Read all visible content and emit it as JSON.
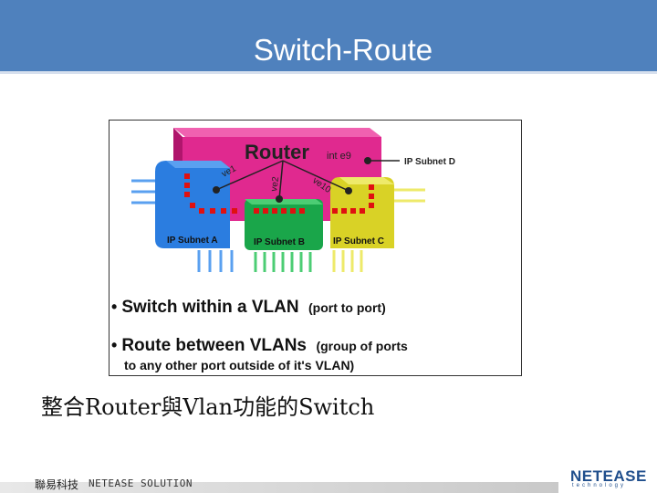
{
  "slide": {
    "title": "Switch-Route",
    "caption": "整合Router與Vlan功能的Switch"
  },
  "diagram": {
    "router_label": "Router",
    "interface_labels": [
      "ve1",
      "ve2",
      "ve10",
      "int e9"
    ],
    "subnet_d_label": "IP Subnet D",
    "subnets": [
      "IP Subnet A",
      "IP Subnet B",
      "IP Subnet C"
    ],
    "bullets": [
      {
        "bold": "Switch within a VLAN",
        "normal": "(port to port)"
      },
      {
        "bold": "Route between VLANs",
        "normal": "(group of ports",
        "continuation": "to any other port outside of it's VLAN)"
      }
    ],
    "colors": {
      "router": "#e0298f",
      "subnet_a": "#2b7de0",
      "subnet_b": "#1aa64a",
      "subnet_c": "#d9d226",
      "ports": "#e01010"
    }
  },
  "footer": {
    "company_cn": "聯易科技",
    "company_en": "NETEASE SOLUTION",
    "logo_text": "NETEASE",
    "logo_sub": "technology"
  }
}
